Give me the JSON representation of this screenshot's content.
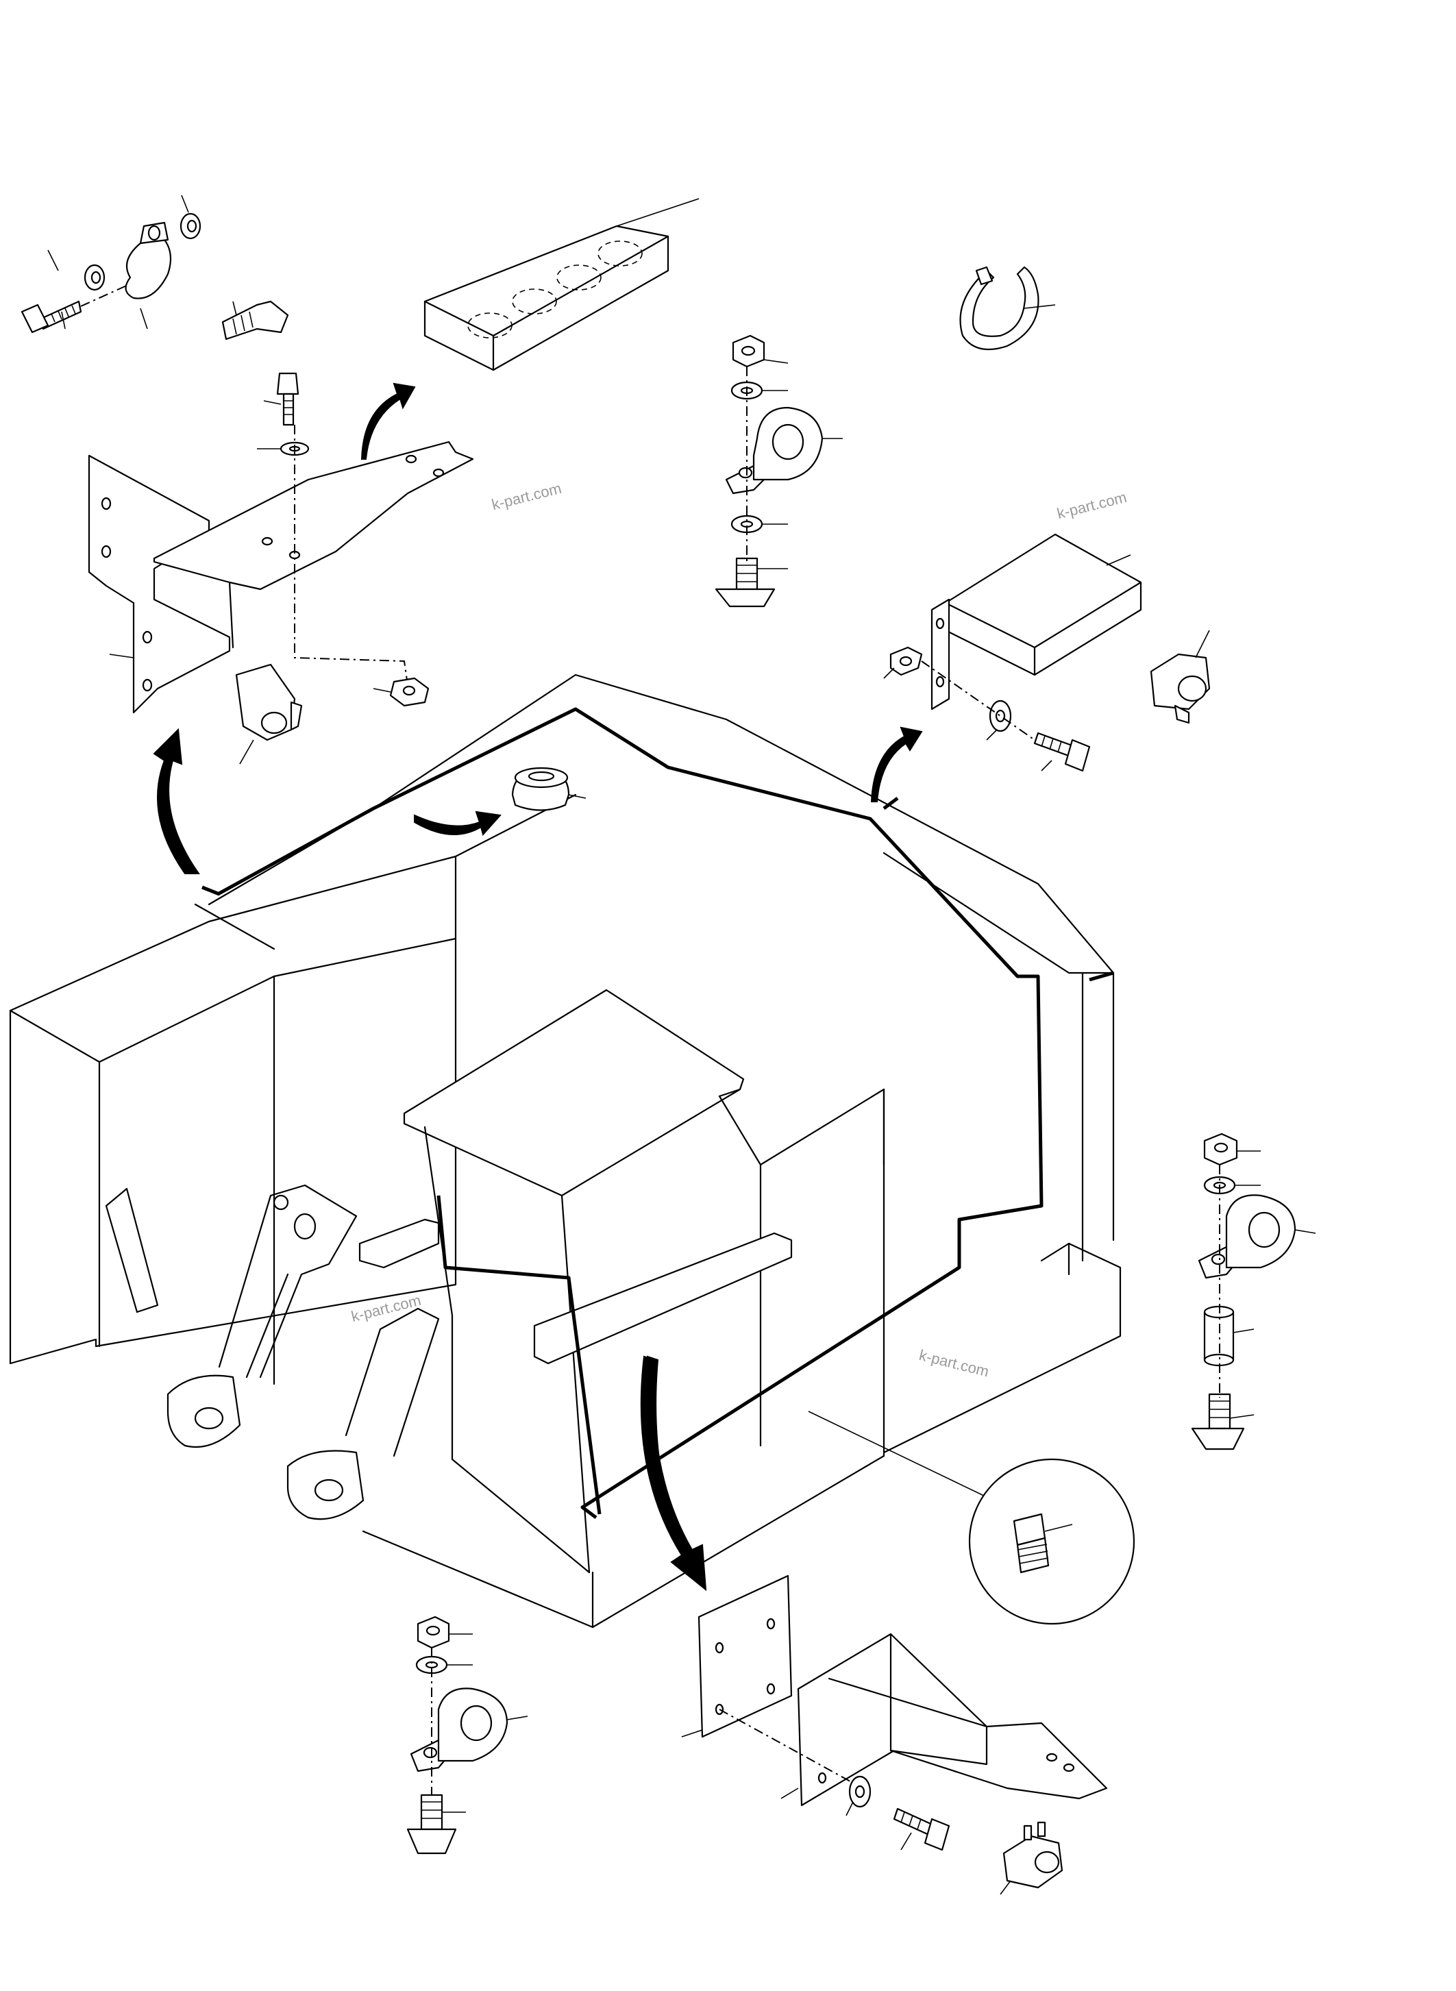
{
  "watermarks": [
    {
      "text": "k-part.com"
    },
    {
      "text": "k-part.com"
    },
    {
      "text": "k-part.com"
    },
    {
      "text": "k-part.com"
    }
  ],
  "icons": [
    "bolt-icon",
    "washer-icon",
    "clamp-icon",
    "nut-icon",
    "clip-icon",
    "grommet-icon",
    "relay-box-icon",
    "cable-tie-icon",
    "connector-icon"
  ],
  "colors": {
    "line": "#000000",
    "background": "#ffffff",
    "watermark": "#9a9a9a"
  }
}
